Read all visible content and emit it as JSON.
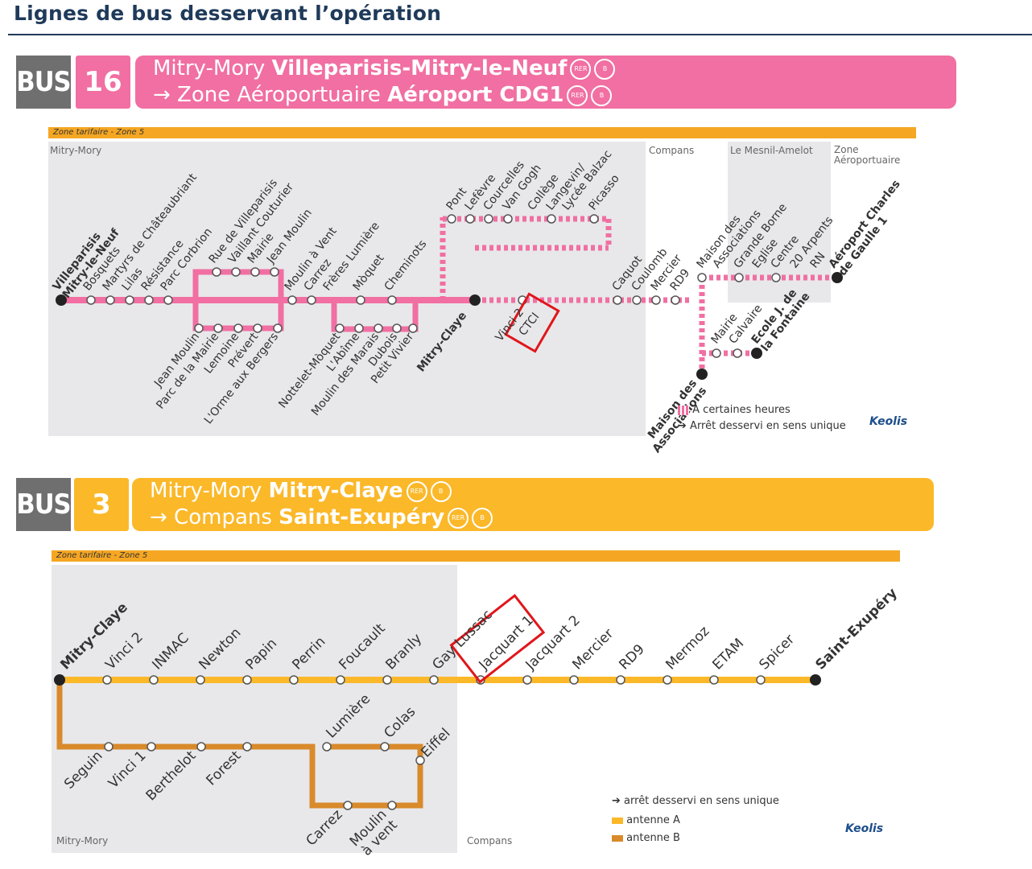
{
  "page": {
    "title": "Lignes de bus desservant l’opération"
  },
  "line16": {
    "bus_label": "BUS",
    "number": "16",
    "color": "#f16fa2",
    "from_commune": "Mitry-Mory",
    "from_stop": "Villeparisis-Mitry-le-Neuf",
    "to_commune": "→ Zone Aéroportuaire",
    "to_stop": "Aéroport CDG1",
    "zone": "Zone tarifaire - Zone 5",
    "communes": [
      "Mitry-Mory",
      "Compans",
      "Le Mesnil-Amelot",
      "Zone\nAéroportuaire"
    ],
    "stops_main": [
      "Villeparisis\nMitry-le-Neuf",
      "Bosquets",
      "Martyrs de Châteaubriant",
      "Lilas",
      "Résistance",
      "Parc Corbrion",
      "Rue de Villeparisis",
      "Vaillant Couturier",
      "Mairie",
      "Jean Moulin",
      "Moulin à Vent",
      "Carrez",
      "Frères Lumière",
      "Mòquet",
      "Cheminots"
    ],
    "stops_lower": [
      "Jean Moulin",
      "Parc de la Mairie",
      "Lemoine",
      "Prévert",
      "L'Orme aux Bergers",
      "Nottelet-Mòquet",
      "L'Abîme",
      "Moulin des Marais",
      "Dubois",
      "Petit Vivier",
      "Mitry-Claye"
    ],
    "stops_branch": [
      "Pont",
      "Lefèvre",
      "Courcelles",
      "Van Gogh",
      "Collège",
      "Langevin/",
      "Lycée Balzac",
      "Picasso"
    ],
    "stops_east": [
      "Vinci 2",
      "CTCI",
      "Caquot",
      "Coulomb",
      "Mercier",
      "RD9",
      "Maison des",
      "Associations",
      "Grande Borne",
      "Eglise",
      "Centre",
      "20 Arpents",
      "RN",
      "Aéroport Charles\nde Gaulle 1"
    ],
    "stops_south": [
      "Mairie",
      "Calvaire",
      "Ecole J. de\nla Fontaine",
      "Maison des\nAssociations"
    ],
    "legend": [
      "A certaines heures",
      "Arrêt desservi en sens unique"
    ],
    "brand": "Keolis"
  },
  "line3": {
    "bus_label": "BUS",
    "number": "3",
    "color": "#fbb829",
    "from_commune": "Mitry-Mory",
    "from_stop": "Mitry-Claye",
    "to_commune": "→ Compans",
    "to_stop": "Saint-Exupéry",
    "zone": "Zone tarifaire - Zone 5",
    "communes": [
      "Mitry-Mory",
      "Compans"
    ],
    "stops_main": [
      "Mitry-Claye",
      "Vinci 2",
      "INMAC",
      "Newton",
      "Papin",
      "Perrin",
      "Foucault",
      "Branly",
      "Gay Lussac",
      "Jacquart 1",
      "Jacquart 2",
      "Mercier",
      "RD9",
      "Mermoz",
      "ETAM",
      "Spicer",
      "Saint-Exupéry"
    ],
    "stops_lower": [
      "Seguin",
      "Vinci 1",
      "Berthelot",
      "Forest",
      "Lumière",
      "Colas",
      "Eiffel",
      "Carrez",
      "Moulin\nà vent"
    ],
    "legend": [
      "arrêt desservi en sens unique",
      "antenne A",
      "antenne B"
    ],
    "legend_colors": [
      "#fbb829",
      "#d98a2b"
    ],
    "brand": "Keolis"
  }
}
